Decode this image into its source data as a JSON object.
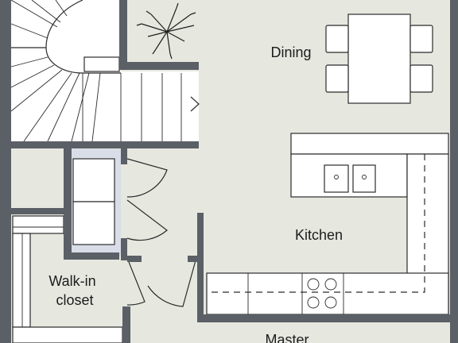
{
  "rooms": {
    "dining": "Dining",
    "kitchen": "Kitchen",
    "walkin_line1": "Walk-in",
    "walkin_line2": "closet",
    "master": "Master"
  },
  "colors": {
    "floor": "#e6e8e0",
    "wall": "#5b5f66",
    "closet_highlight": "#d8dde8"
  }
}
